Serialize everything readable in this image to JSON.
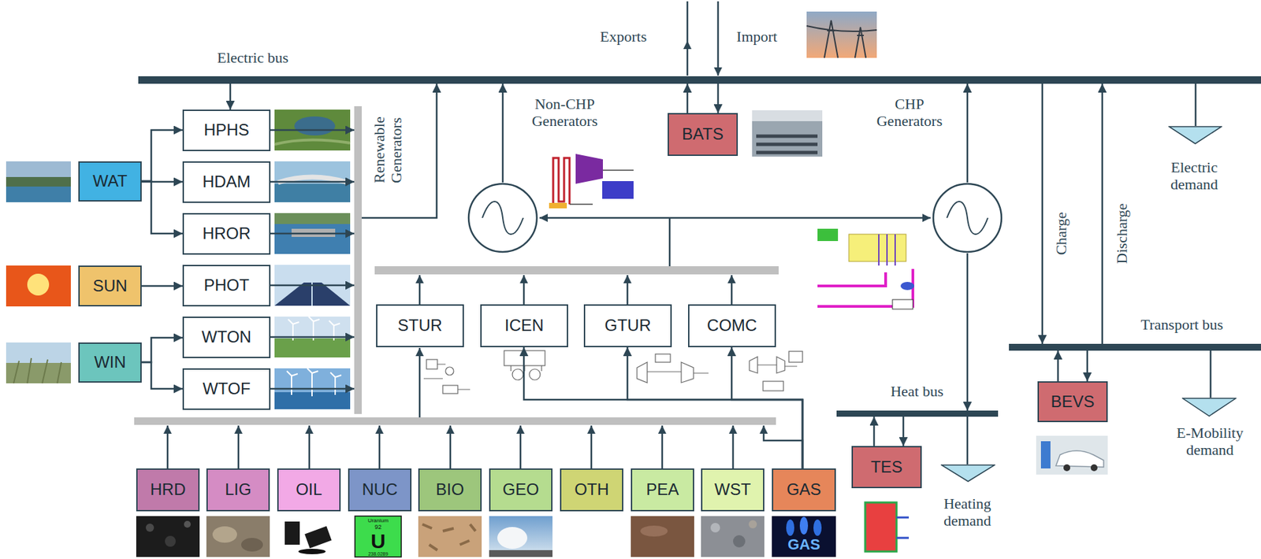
{
  "diagram": {
    "nodes": [
      {
        "text": [
          "Electric bus"
        ]
      },
      {
        "text": [
          "BATS"
        ]
      },
      {
        "text": [
          "Non-CHP Generators"
        ]
      },
      {
        "text": [
          "CHP Generators"
        ]
      },
      {
        "text": [
          "Electric demand"
        ]
      },
      {
        "text": [
          "WAT"
        ]
      },
      {
        "text": [
          "HPHS"
        ]
      },
      {
        "text": [
          "HDAM"
        ]
      },
      {
        "text": [
          "HROR"
        ]
      },
      {
        "text": [
          "SUN"
        ]
      },
      {
        "text": [
          "PHOT"
        ]
      },
      {
        "text": [
          "WIN"
        ]
      },
      {
        "text": [
          "WTON"
        ]
      },
      {
        "text": [
          "WTOF"
        ]
      },
      {
        "text": [
          "Renewable Generators"
        ]
      },
      {
        "text": [
          "STUR"
        ]
      },
      {
        "text": [
          "ICEN"
        ]
      },
      {
        "text": [
          "GTUR"
        ]
      },
      {
        "text": [
          "COMC"
        ]
      },
      {
        "text": [
          "Transport bus"
        ]
      },
      {
        "text": [
          "BEVS"
        ]
      },
      {
        "text": [
          "E-Mobility demand"
        ]
      },
      {
        "text": [
          "Heat bus"
        ]
      },
      {
        "text": [
          "TES"
        ]
      },
      {
        "text": [
          "Heating demand"
        ]
      },
      {
        "text": [
          "HRD"
        ]
      },
      {
        "text": [
          "LIG"
        ]
      },
      {
        "text": [
          "OIL"
        ]
      },
      {
        "text": [
          "NUC"
        ]
      },
      {
        "text": [
          "BIO"
        ]
      },
      {
        "text": [
          "GEO"
        ]
      },
      {
        "text": [
          "OTH"
        ]
      },
      {
        "text": [
          "PEA"
        ]
      },
      {
        "text": [
          "WST"
        ]
      },
      {
        "text": [
          "GAS"
        ]
      }
    ],
    "edges": [
      {
        "from": 5,
        "to": 6,
        "arrow": "to"
      },
      {
        "from": 5,
        "to": 7,
        "arrow": "to"
      },
      {
        "from": 5,
        "to": 8,
        "arrow": "to"
      },
      {
        "from": 9,
        "to": 10,
        "arrow": "to"
      },
      {
        "from": 11,
        "to": 12,
        "arrow": "to"
      },
      {
        "from": 11,
        "to": 13,
        "arrow": "to"
      },
      {
        "from": 0,
        "to": 6,
        "arrow": "to"
      },
      {
        "from": 6,
        "to": 14,
        "arrow": "to"
      },
      {
        "from": 7,
        "to": 14,
        "arrow": "to"
      },
      {
        "from": 8,
        "to": 14,
        "arrow": "to"
      },
      {
        "from": 10,
        "to": 14,
        "arrow": "to"
      },
      {
        "from": 12,
        "to": 14,
        "arrow": "to"
      },
      {
        "from": 13,
        "to": 14,
        "arrow": "to"
      },
      {
        "from": 14,
        "to": 0,
        "arrow": "to"
      },
      {
        "from": 2,
        "to": 0,
        "arrow": "to"
      },
      {
        "from": 3,
        "to": 0,
        "arrow": "to"
      },
      {
        "from": 1,
        "to": 0,
        "arrow": "to"
      },
      {
        "from": 0,
        "to": 1,
        "arrow": "to"
      },
      {
        "from": 0,
        "to": 4,
        "arrow": "none"
      },
      {
        "from": 0,
        "to": 19,
        "label": "Charge",
        "arrow": "to"
      },
      {
        "from": 19,
        "to": 0,
        "label": "Discharge",
        "arrow": "to"
      },
      {
        "from": 20,
        "to": 19,
        "arrow": "to"
      },
      {
        "from": 19,
        "to": 20,
        "arrow": "to"
      },
      {
        "from": 19,
        "to": 21,
        "arrow": "none"
      },
      {
        "from": 3,
        "to": 22,
        "arrow": "to"
      },
      {
        "from": 22,
        "to": 24,
        "arrow": "none"
      },
      {
        "from": 23,
        "to": 22,
        "arrow": "to"
      },
      {
        "from": 22,
        "to": 23,
        "arrow": "to"
      },
      {
        "from": 34,
        "to": 16,
        "arrow": "to"
      },
      {
        "from": 34,
        "to": 17,
        "arrow": "to"
      },
      {
        "from": 34,
        "to": 18,
        "arrow": "to"
      }
    ],
    "labels": [
      "Exports",
      "Import",
      "Uranium",
      "92",
      "U",
      "238.0289",
      "GAS"
    ]
  }
}
